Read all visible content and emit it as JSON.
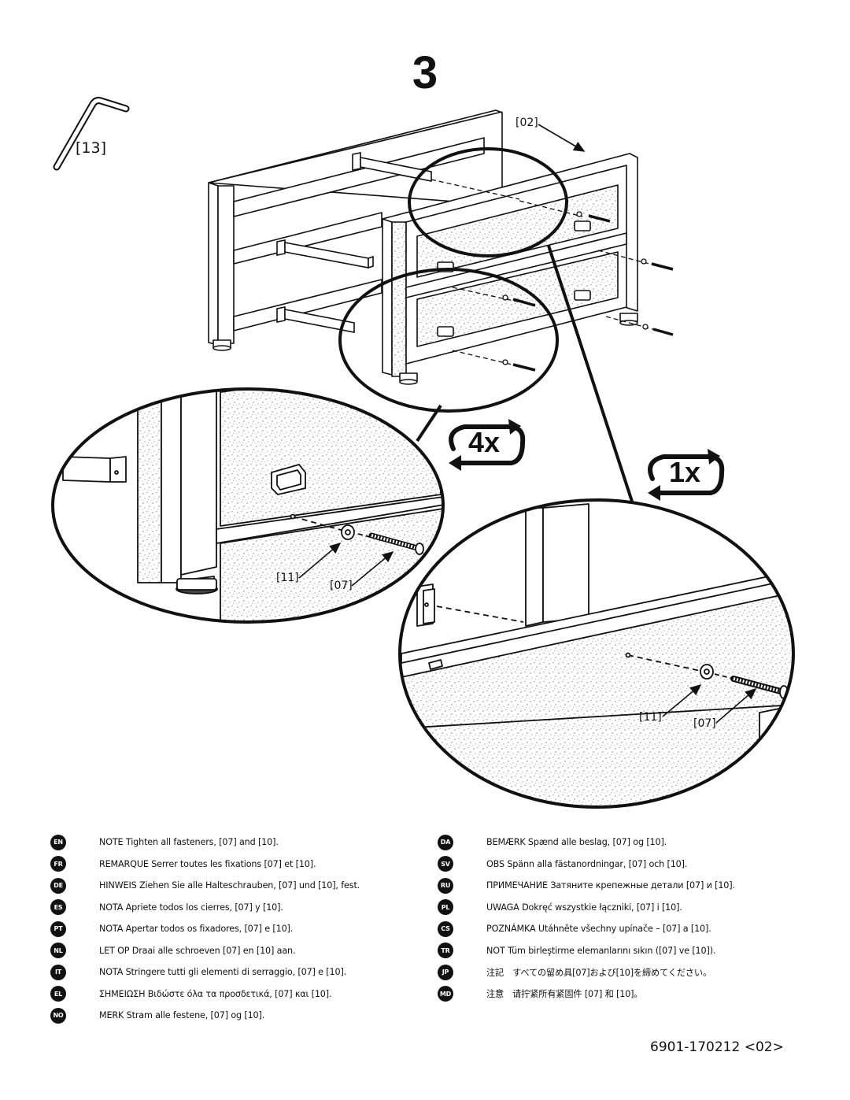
{
  "step": {
    "number": "3"
  },
  "tool": {
    "label": "[13]",
    "icon": "allen-key-icon"
  },
  "callouts": {
    "part02": "[02]",
    "washer_left": "[11]",
    "screw_left": "[07]",
    "washer_right": "[11]",
    "screw_right": "[07]"
  },
  "rotations": {
    "left": {
      "count": "4x",
      "icon": "rotate-clockwise-icon"
    },
    "right": {
      "count": "1x",
      "icon": "rotate-clockwise-icon"
    }
  },
  "notes": {
    "left": [
      {
        "code": "EN",
        "text": "NOTE Tighten all fasteners, [07] and [10]."
      },
      {
        "code": "FR",
        "text": "REMARQUE  Serrer toutes les fixations [07] et [10]."
      },
      {
        "code": "DE",
        "text": "HINWEIS  Ziehen Sie alle Halteschrauben, [07] und [10], fest."
      },
      {
        "code": "ES",
        "text": "NOTA Apriete todos los cierres, [07] y [10]."
      },
      {
        "code": "PT",
        "text": "NOTA  Apertar todos os fixadores, [07] e [10]."
      },
      {
        "code": "NL",
        "text": "LET OP Draai alle schroeven [07] en [10] aan."
      },
      {
        "code": "IT",
        "text": "NOTA Stringere tutti gli elementi di serraggio, [07] e [10]."
      },
      {
        "code": "EL",
        "text": "ΣΗΜΕΙΩΣΗ Βιδώστε όλα τα προσδετικά, [07] και [10]."
      },
      {
        "code": "NO",
        "text": "MERK  Stram alle festene, [07] og [10]."
      }
    ],
    "right": [
      {
        "code": "DA",
        "text": "BEMÆRK Spænd alle beslag, [07] og [10]."
      },
      {
        "code": "SV",
        "text": "OBS  Spänn alla fästanordningar, [07] och [10]."
      },
      {
        "code": "RU",
        "text": "ПРИМЕЧАНИЕ Затяните крепежные детали [07] и [10]."
      },
      {
        "code": "PL",
        "text": "UWAGA  Dokręć wszystkie łączniki, [07] i [10]."
      },
      {
        "code": "CS",
        "text": "POZNÁMKA  Utáhněte všechny upínače – [07] a [10]."
      },
      {
        "code": "TR",
        "text": "NOT  Tüm birleştirme elemanlarını sıkın ([07] ve [10])."
      },
      {
        "code": "JP",
        "text": "注記　すべての留め具[07]および[10]を締めてください。"
      },
      {
        "code": "MD",
        "text": "注意　请拧紧所有紧固件 [07] 和 [10]。"
      }
    ]
  },
  "document_code": "6901-170212 <02>"
}
